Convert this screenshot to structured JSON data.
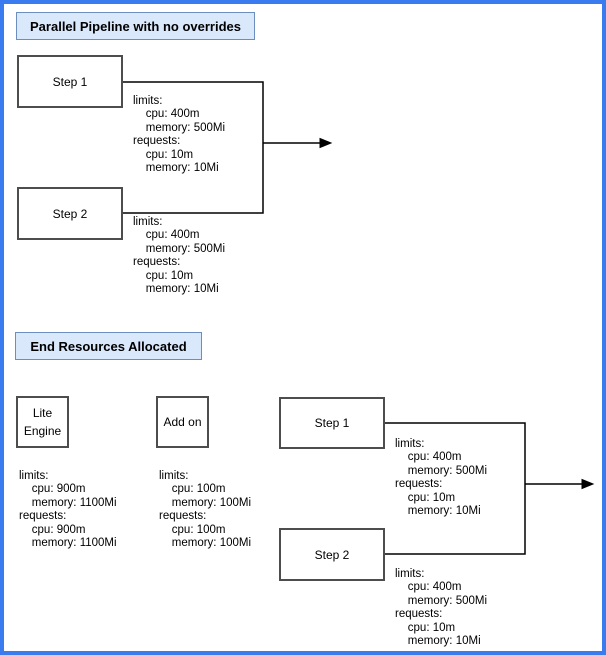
{
  "top": {
    "title": "Parallel Pipeline with no overrides",
    "step1": {
      "label": "Step 1",
      "resources": "limits:\n    cpu: 400m\n    memory: 500Mi\nrequests:\n    cpu: 10m\n    memory: 10Mi"
    },
    "step2": {
      "label": "Step 2",
      "resources": "limits:\n    cpu: 400m\n    memory: 500Mi\nrequests:\n    cpu: 10m\n    memory: 10Mi"
    }
  },
  "bottom": {
    "title": "End Resources Allocated",
    "lite_engine": {
      "label": "Lite\nEngine",
      "resources": "limits:\n    cpu: 900m\n    memory: 1100Mi\nrequests:\n    cpu: 900m\n    memory: 1100Mi"
    },
    "add_on": {
      "label": "Add on",
      "resources": "limits:\n    cpu: 100m\n    memory: 100Mi\nrequests:\n    cpu: 100m\n    memory: 100Mi"
    },
    "step1": {
      "label": "Step 1",
      "resources": "limits:\n    cpu: 400m\n    memory: 500Mi\nrequests:\n    cpu: 10m\n    memory: 10Mi"
    },
    "step2": {
      "label": "Step 2",
      "resources": "limits:\n    cpu: 400m\n    memory: 500Mi\nrequests:\n    cpu: 10m\n    memory: 10Mi"
    }
  },
  "colors": {
    "frame_border": "#3a7bf0",
    "title_fill": "#dae8fc",
    "title_border": "#6c8ebf",
    "box_border": "#4d4d4d",
    "connector": "#000000"
  }
}
